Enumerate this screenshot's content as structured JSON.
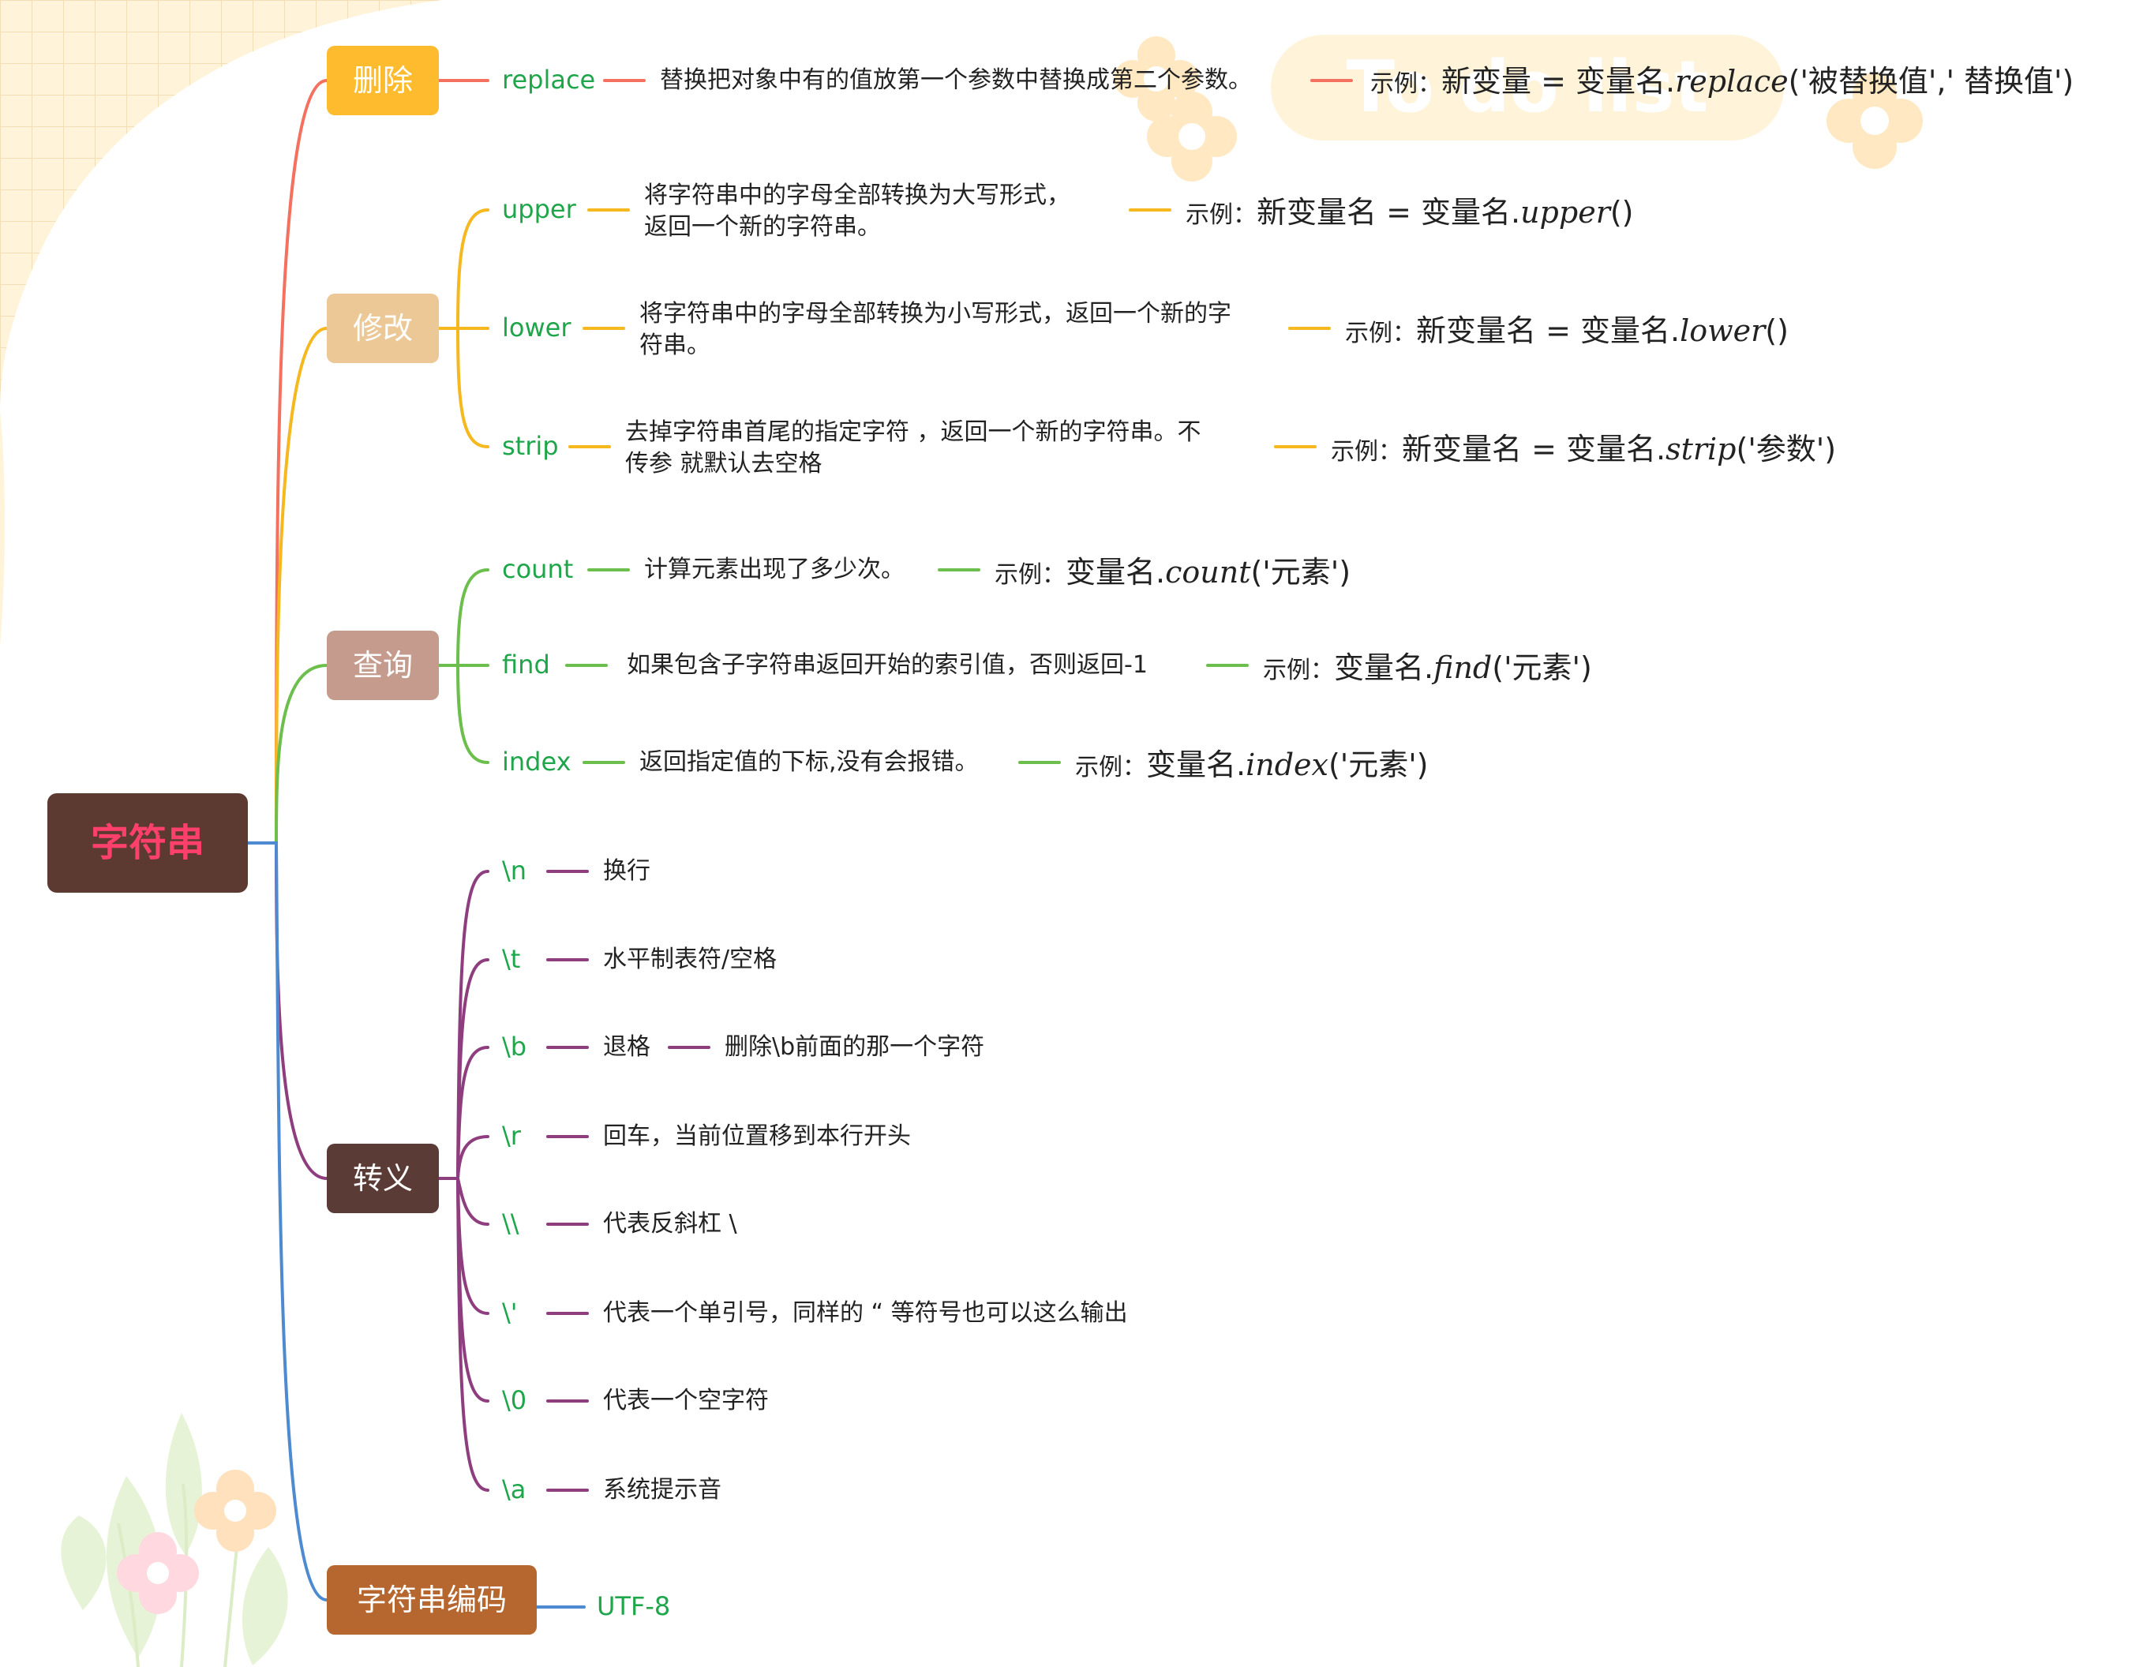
{
  "colors": {
    "delete": "#f4705f",
    "modify": "#f6b81f",
    "query": "#6cbf4c",
    "escape": "#8e3e7e",
    "encoding": "#4d8ad0",
    "keyword": "#1fa64b"
  },
  "deco": {
    "banner": "To do list"
  },
  "root": {
    "label": "字符串"
  },
  "topics": {
    "delete": "删除",
    "modify": "修改",
    "query": "查询",
    "escape": "转义",
    "encoding": "字符串编码"
  },
  "delete": {
    "replace": {
      "keyword": "replace",
      "desc": "替换把对象中有的值放第一个参数中替换成第二个参数。",
      "example_prefix": "示例：",
      "example_a": "新变量 = 变量名.",
      "example_fn": "replace",
      "example_b": "('被替换值',' 替换值')"
    }
  },
  "modify": {
    "upper": {
      "keyword": "upper",
      "desc1": "将字符串中的字母全部转换为大写形式，",
      "desc2": "返回一个新的字符串。",
      "example_prefix": "示例：",
      "example_a": "新变量名 = 变量名.",
      "example_fn": "upper",
      "example_b": "()"
    },
    "lower": {
      "keyword": "lower",
      "desc1": "将字符串中的字母全部转换为小写形式，返回一个新的字",
      "desc2": "符串。",
      "example_prefix": "示例：",
      "example_a": "新变量名 = 变量名.",
      "example_fn": "lower",
      "example_b": "()"
    },
    "strip": {
      "keyword": "strip",
      "desc1": "去掉字符串首尾的指定字符 ，返回一个新的字符串。不",
      "desc2": "传参 就默认去空格",
      "example_prefix": "示例：",
      "example_a": "新变量名 = 变量名.",
      "example_fn": "strip",
      "example_b": "('参数')"
    }
  },
  "query": {
    "count": {
      "keyword": "count",
      "desc": "计算元素出现了多少次。",
      "example_prefix": "示例：",
      "example_a": "变量名.",
      "example_fn": "count",
      "example_b": "('元素')"
    },
    "find": {
      "keyword": "find",
      "desc": "如果包含子字符串返回开始的索引值，否则返回-1",
      "example_prefix": "示例：",
      "example_a": "变量名.",
      "example_fn": "find",
      "example_b": "('元素')"
    },
    "index": {
      "keyword": "index",
      "desc": "返回指定值的下标,没有会报错。",
      "example_prefix": "示例：",
      "example_a": "变量名.",
      "example_fn": "index",
      "example_b": "('元素')"
    }
  },
  "escape": {
    "n": {
      "keyword": "\\n",
      "desc": "换行"
    },
    "t": {
      "keyword": "\\t",
      "desc": "水平制表符/空格"
    },
    "b": {
      "keyword": "\\b",
      "desc": "退格",
      "sub": "删除\\b前面的那一个字符"
    },
    "r": {
      "keyword": "\\r",
      "desc": "回车，当前位置移到本行开头"
    },
    "bs": {
      "keyword": "\\\\",
      "desc": "代表反斜杠 \\"
    },
    "q": {
      "keyword": "\\'",
      "desc": "代表一个单引号，同样的 “ 等符号也可以这么输出"
    },
    "zero": {
      "keyword": "\\0",
      "desc": "代表一个空字符"
    },
    "a": {
      "keyword": "\\a",
      "desc": "系统提示音"
    }
  },
  "encoding": {
    "utf8": {
      "keyword": "UTF-8"
    }
  }
}
